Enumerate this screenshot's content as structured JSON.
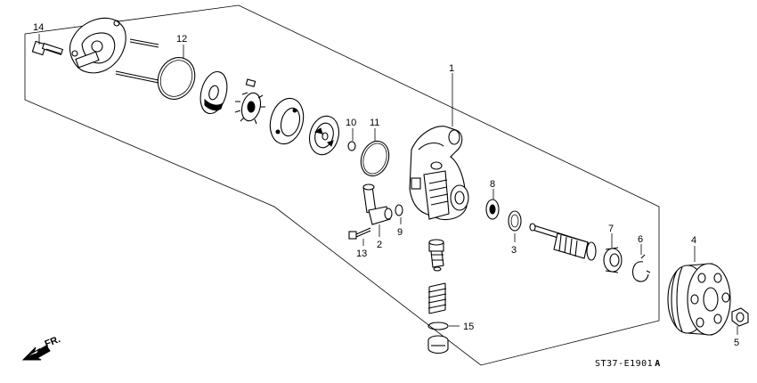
{
  "callouts": [
    {
      "id": "1",
      "text": "1"
    },
    {
      "id": "2",
      "text": "2"
    },
    {
      "id": "3",
      "text": "3"
    },
    {
      "id": "4",
      "text": "4"
    },
    {
      "id": "5",
      "text": "5"
    },
    {
      "id": "6",
      "text": "6"
    },
    {
      "id": "7",
      "text": "7"
    },
    {
      "id": "8",
      "text": "8"
    },
    {
      "id": "9",
      "text": "9"
    },
    {
      "id": "10",
      "text": "10"
    },
    {
      "id": "11",
      "text": "11"
    },
    {
      "id": "12",
      "text": "12"
    },
    {
      "id": "13",
      "text": "13"
    },
    {
      "id": "14",
      "text": "14"
    },
    {
      "id": "15",
      "text": "15"
    }
  ],
  "direction_label": "FR.",
  "diagram_code": "ST37-E1901",
  "diagram_code_suffix": "A"
}
